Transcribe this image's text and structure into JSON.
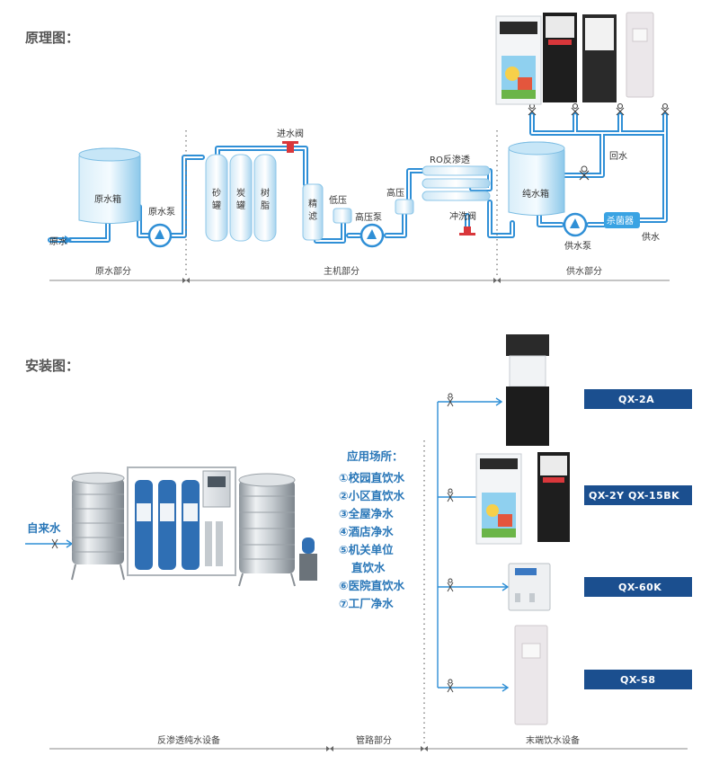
{
  "principle": {
    "title": "原理图：",
    "labels": {
      "raw_tank": "原水箱",
      "raw_pump": "原水泵",
      "raw_water": "原水",
      "sand": [
        "砂",
        "罐"
      ],
      "carbon": [
        "炭",
        "罐"
      ],
      "resin": [
        "树",
        "脂"
      ],
      "inlet_valve": "进水阀",
      "fine_filter": [
        "精",
        "滤"
      ],
      "low_pressure": "低压",
      "high_pressure": "高压",
      "hp_pump": "高压泵",
      "ro_membrane": "RO反渗透",
      "flush_valve": "冲洗阀",
      "pure_tank": "纯水箱",
      "return_water": "回水",
      "sterilizer": "杀菌器",
      "supply_pump": "供水泵",
      "supply_water": "供水"
    },
    "sections": [
      "原水部分",
      "主机部分",
      "供水部分"
    ]
  },
  "install": {
    "title": "安装图：",
    "tap_water": "自来水",
    "applications_title": "应用场所：",
    "applications": [
      "①校园直饮水",
      "②小区直饮水",
      "③全屋净水",
      "④酒店净水",
      "⑤机关单位",
      "直饮水",
      "⑥医院直饮水",
      "⑦工厂净水"
    ],
    "models": [
      "QX-2A",
      "QX-2Y QX-15BK",
      "QX-60K",
      "QX-S8"
    ],
    "sections": [
      "反渗透纯水设备",
      "管路部分",
      "末端饮水设备"
    ]
  },
  "colors": {
    "pipe": "#2f8fd6",
    "pipe_inner": "#ffffff",
    "model_box": "#1b4f8f",
    "text_blue": "#2a77b8",
    "tank": "#9fd3ee",
    "valve_red": "#d9373b"
  }
}
